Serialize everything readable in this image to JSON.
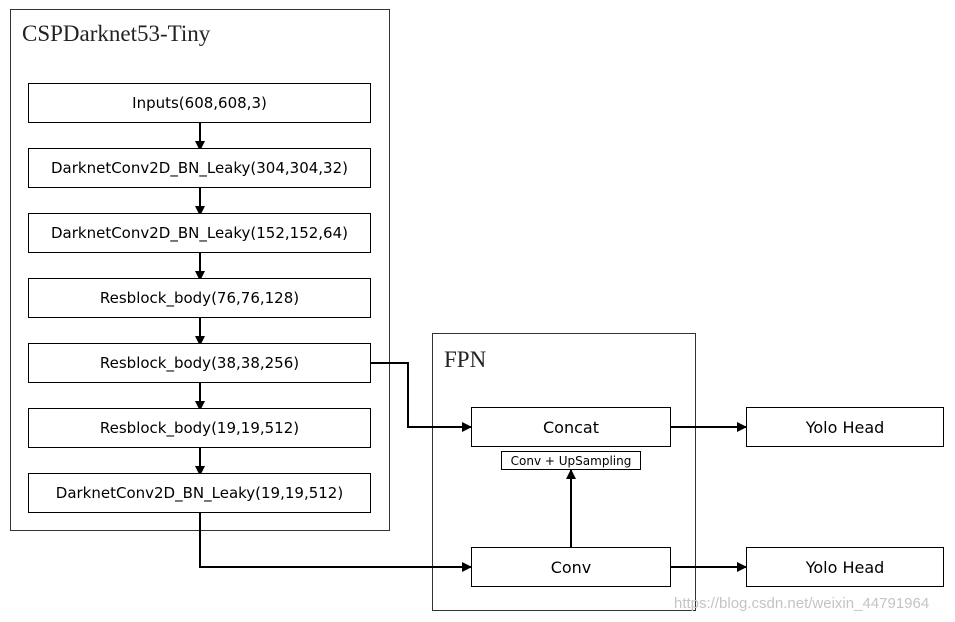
{
  "backbone": {
    "title": "CSPDarknet53-Tiny",
    "layers": [
      "Inputs(608,608,3)",
      "DarknetConv2D_BN_Leaky(304,304,32)",
      "DarknetConv2D_BN_Leaky(152,152,64)",
      "Resblock_body(76,76,128)",
      "Resblock_body(38,38,256)",
      "Resblock_body(19,19,512)",
      "DarknetConv2D_BN_Leaky(19,19,512)"
    ]
  },
  "fpn": {
    "title": "FPN",
    "concat": "Concat",
    "conv": "Conv",
    "upsample_label": "Conv + UpSampling"
  },
  "heads": [
    "Yolo Head",
    "Yolo Head"
  ],
  "watermark": "https://blog.csdn.net/weixin_44791964"
}
